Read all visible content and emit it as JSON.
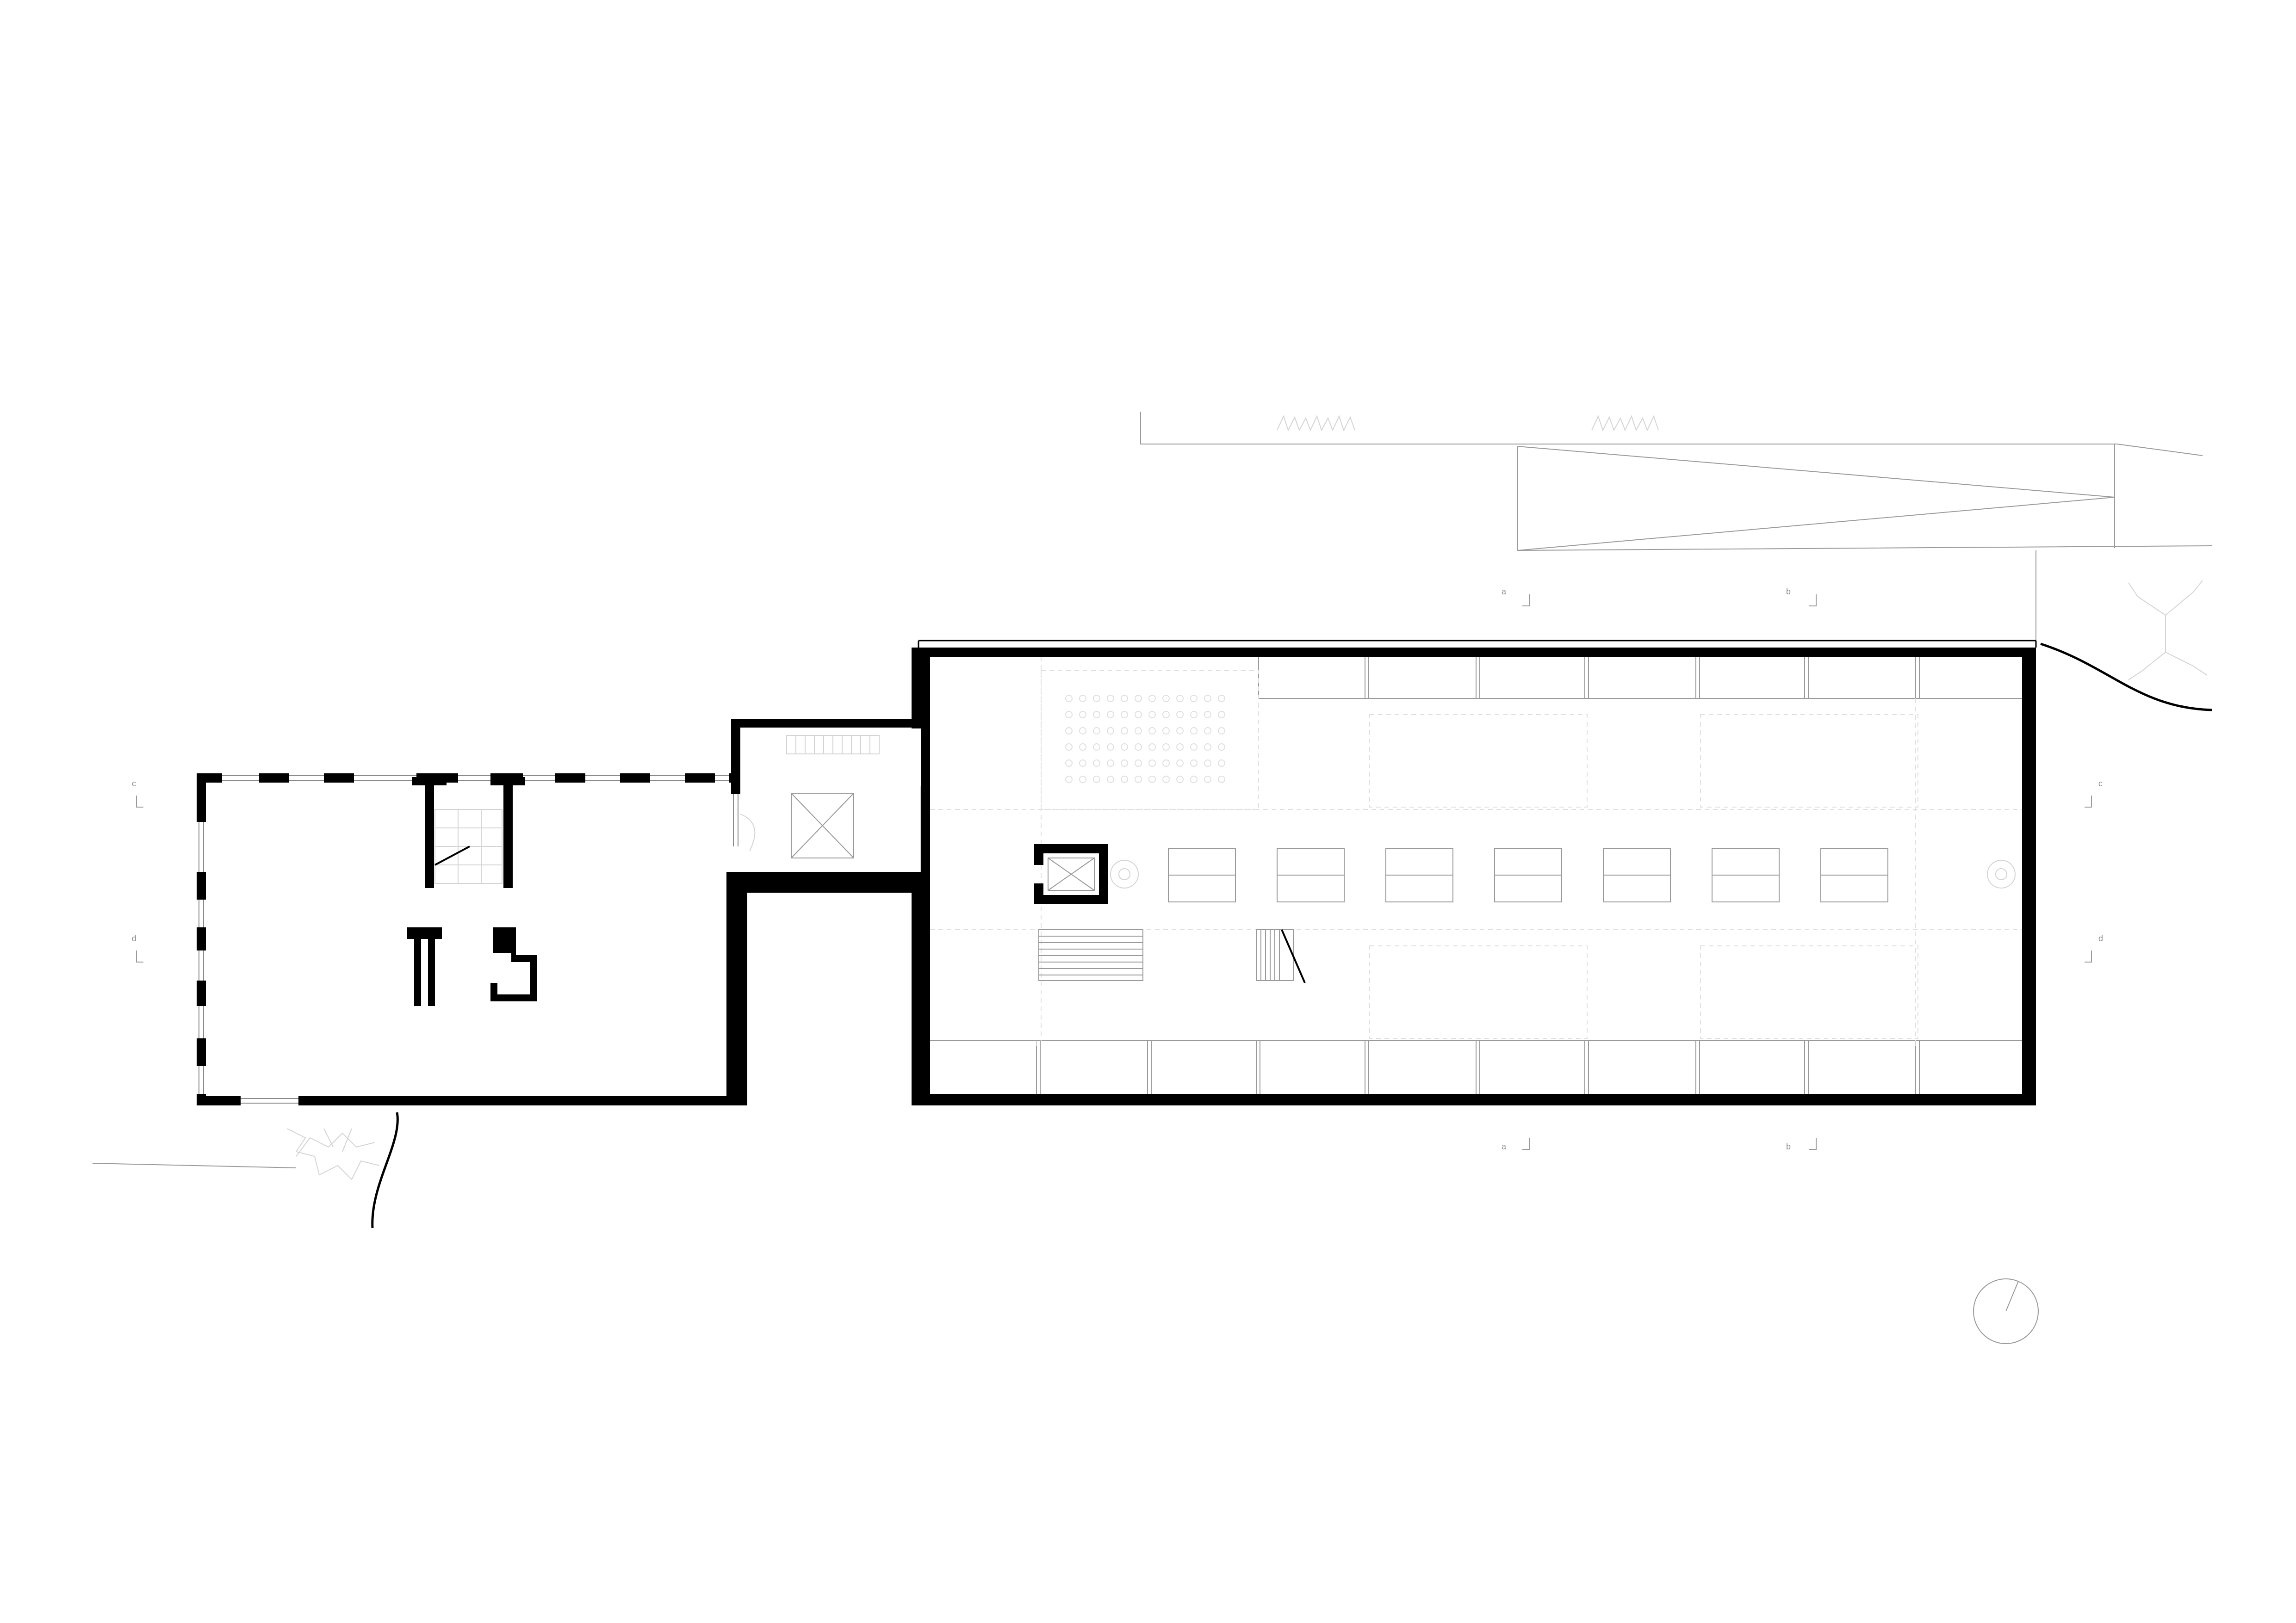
{
  "section_markers": {
    "a": "a",
    "b": "b",
    "c": "c",
    "d": "d"
  }
}
